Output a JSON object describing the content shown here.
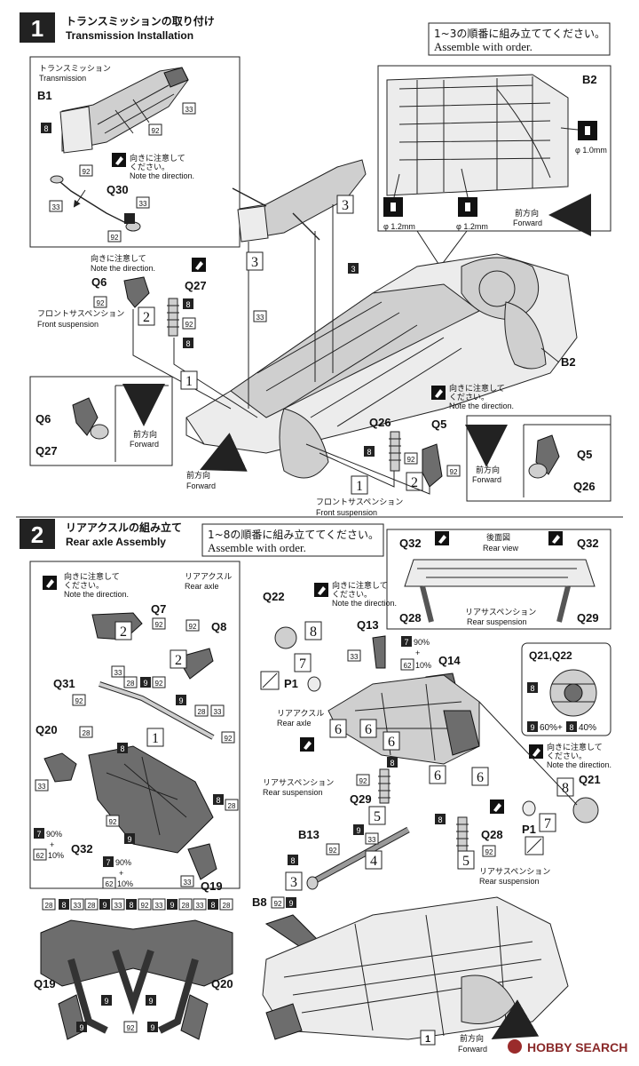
{
  "step1": {
    "number": "1",
    "title_jp": "トランスミッションの取り付け",
    "title_en": "Transmission Installation",
    "order_jp": "1~3の順番に組み立ててください。",
    "order_en": "Assemble with order.",
    "transmission_jp": "トランスミッション",
    "transmission_en": "Transmission",
    "note_jp": "向きに注意して",
    "note_jp2": "ください。",
    "note_en": "Note the direction.",
    "front_susp_jp": "フロントサスペンション",
    "front_susp_en": "Front suspension",
    "forward_jp": "前方向",
    "forward_en": "Forward",
    "drill_12": "φ 1.2mm",
    "drill_10": "φ 1.0mm",
    "parts": {
      "b1": "B1",
      "b2": "B2",
      "q30": "Q30",
      "q6": "Q6",
      "q27": "Q27",
      "q26": "Q26",
      "q5": "Q5",
      "n8": "8",
      "n33": "33",
      "n92": "92",
      "n3": "3"
    },
    "steps": {
      "s1": "1",
      "s2": "2",
      "s3": "3"
    }
  },
  "step2": {
    "number": "2",
    "title_jp": "リアアクスルの組み立て",
    "title_en": "Rear axle Assembly",
    "order_jp": "1~8の順番に組み立ててください。",
    "order_en": "Assemble with order.",
    "rear_axle_jp": "リアアクスル",
    "rear_axle_en": "Rear axle",
    "rear_view_jp": "後面図",
    "rear_view_en": "Rear view",
    "rear_susp_jp": "リアサスペンション",
    "rear_susp_en": "Rear suspension",
    "mix_7_62_a": "90%",
    "mix_7_62_b": "10%",
    "mix_9_8_a": "60%+",
    "mix_9_8_b": "40%",
    "plus": "+",
    "parts": {
      "q7": "Q7",
      "q8": "Q8",
      "q31": "Q31",
      "q20": "Q20",
      "q32": "Q32",
      "q19": "Q19",
      "q22": "Q22",
      "q13": "Q13",
      "q14": "Q14",
      "q28": "Q28",
      "q29": "Q29",
      "q21q22": "Q21,Q22",
      "q21": "Q21",
      "p1": "P1",
      "b13": "B13",
      "b8": "B8",
      "n7": "7",
      "n62": "62",
      "n9": "9",
      "n28": "28"
    },
    "steps": {
      "s4": "4",
      "s5": "5",
      "s6": "6",
      "s7": "7",
      "s8": "8"
    }
  },
  "watermark": "HOBBY SEARCH",
  "colors": {
    "ink": "#111111",
    "paper": "#ffffff",
    "part_fill": "#cfcfcf",
    "part_dark": "#6d6d6d"
  }
}
